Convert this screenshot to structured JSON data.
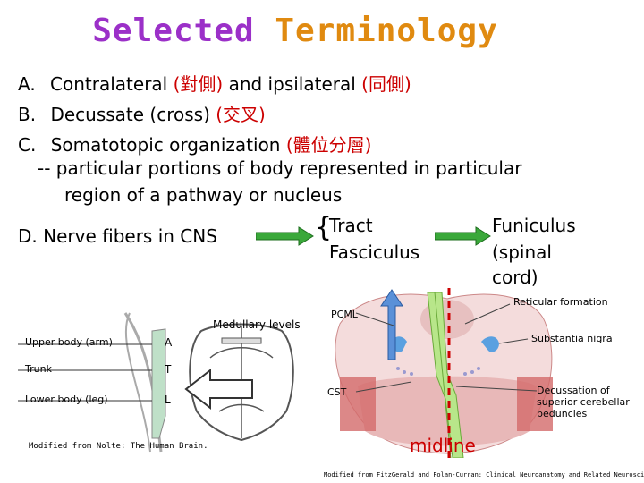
{
  "title": {
    "word1": "Selected",
    "word2": "Terminology"
  },
  "items": [
    {
      "marker": "A.",
      "text": "Contralateral ",
      "cjk1": "(對側)",
      "text2": " and ipsilateral ",
      "cjk2": "(同側)"
    },
    {
      "marker": "B.",
      "text": "Decussate (cross) ",
      "cjk1": "(交叉)"
    },
    {
      "marker": "C.",
      "text": "Somatotopic organization ",
      "cjk1": "(體位分層)"
    }
  ],
  "sub_c_line1": "-- particular portions of body represented in particular",
  "sub_c_line2": "region of a pathway or nucleus",
  "item_d": "D. Nerve fibers in CNS",
  "tract": "Tract",
  "fasciculus": "Fasciculus",
  "funiculus": [
    "Funiculus",
    "(spinal",
    "cord)"
  ],
  "left_figure": {
    "medullary_levels": "Medullary levels",
    "upper_body": "Upper body (arm)",
    "trunk": "Trunk",
    "lower_body": "Lower body (leg)",
    "letters": [
      "A",
      "T",
      "L"
    ],
    "caption": "Modified from Nolte: The Human Brain."
  },
  "right_figure": {
    "pcml": "PCML",
    "cst": "CST",
    "reticular": "Reticular formation",
    "substantia": "Substantia nigra",
    "decussation": [
      "Decussation of",
      "superior cerebellar",
      "peduncles"
    ],
    "midline": "midline",
    "caption": "Modified from FitzGerald and Folan-Curran: Clinical Neuroanatomy and Related Neuroscience"
  },
  "colors": {
    "arrow_green": "#3aa83a",
    "arrow_blue": "#2060c0",
    "cjk_red": "#cc0000"
  }
}
